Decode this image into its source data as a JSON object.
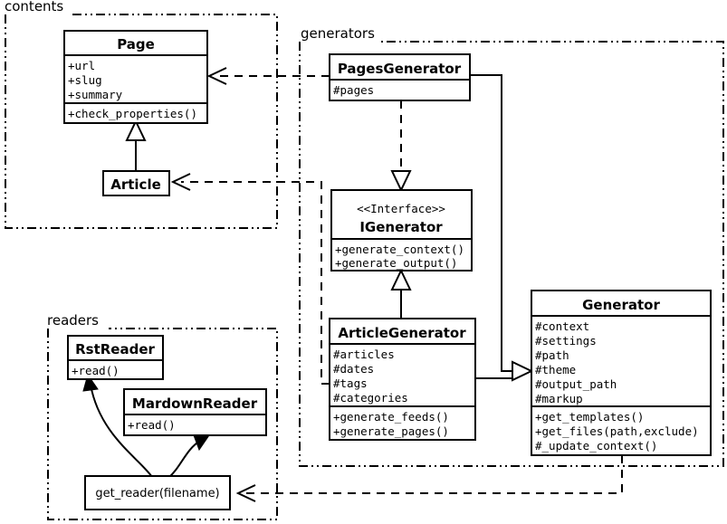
{
  "diagram": {
    "kind": "uml-class-diagram",
    "packages": [
      {
        "id": "contents",
        "label": "contents"
      },
      {
        "id": "generators",
        "label": "generators"
      },
      {
        "id": "readers",
        "label": "readers"
      }
    ],
    "classes": [
      {
        "id": "page",
        "name": "Page",
        "stereotype": "",
        "attributes": [
          "+url",
          "+slug",
          "+summary"
        ],
        "methods": [
          "+check_properties()"
        ]
      },
      {
        "id": "article",
        "name": "Article",
        "stereotype": "",
        "attributes": [],
        "methods": []
      },
      {
        "id": "pages_generator",
        "name": "PagesGenerator",
        "stereotype": "",
        "attributes": [
          "#pages"
        ],
        "methods": []
      },
      {
        "id": "igenerator",
        "name": "IGenerator",
        "stereotype": "<<Interface>>",
        "attributes": [],
        "methods": [
          "+generate_context()",
          "+generate_output()"
        ]
      },
      {
        "id": "article_generator",
        "name": "ArticleGenerator",
        "stereotype": "",
        "attributes": [
          "#articles",
          "#dates",
          "#tags",
          "#categories"
        ],
        "methods": [
          "+generate_feeds()",
          "+generate_pages()"
        ]
      },
      {
        "id": "generator",
        "name": "Generator",
        "stereotype": "",
        "attributes": [
          "#context",
          "#settings",
          "#path",
          "#theme",
          "#output_path",
          "#markup"
        ],
        "methods": [
          "+get_templates()",
          "+get_files(path,exclude)",
          "#_update_context()"
        ]
      },
      {
        "id": "rst_reader",
        "name": "RstReader",
        "stereotype": "",
        "attributes": [],
        "methods": [
          "+read()"
        ]
      },
      {
        "id": "mardown_reader",
        "name": "MardownReader",
        "stereotype": "",
        "attributes": [],
        "methods": [
          "+read()"
        ]
      }
    ],
    "functions": [
      {
        "id": "get_reader",
        "label": "get_reader(filename)"
      }
    ],
    "relations": [
      {
        "from": "article",
        "to": "page",
        "type": "generalization"
      },
      {
        "from": "pages_generator",
        "to": "page",
        "type": "dependency"
      },
      {
        "from": "article_generator",
        "to": "article",
        "type": "dependency"
      },
      {
        "from": "pages_generator",
        "to": "igenerator",
        "type": "realization"
      },
      {
        "from": "article_generator",
        "to": "igenerator",
        "type": "generalization"
      },
      {
        "from": "pages_generator",
        "to": "generator",
        "type": "generalization"
      },
      {
        "from": "article_generator",
        "to": "generator",
        "type": "generalization"
      },
      {
        "from": "generator",
        "to": "get_reader",
        "type": "dependency"
      },
      {
        "from": "get_reader",
        "to": "rst_reader",
        "type": "calls"
      },
      {
        "from": "get_reader",
        "to": "mardown_reader",
        "type": "calls"
      }
    ],
    "colors": {
      "background": "#ffffff",
      "stroke": "#000000",
      "fill": "#ffffff"
    }
  }
}
